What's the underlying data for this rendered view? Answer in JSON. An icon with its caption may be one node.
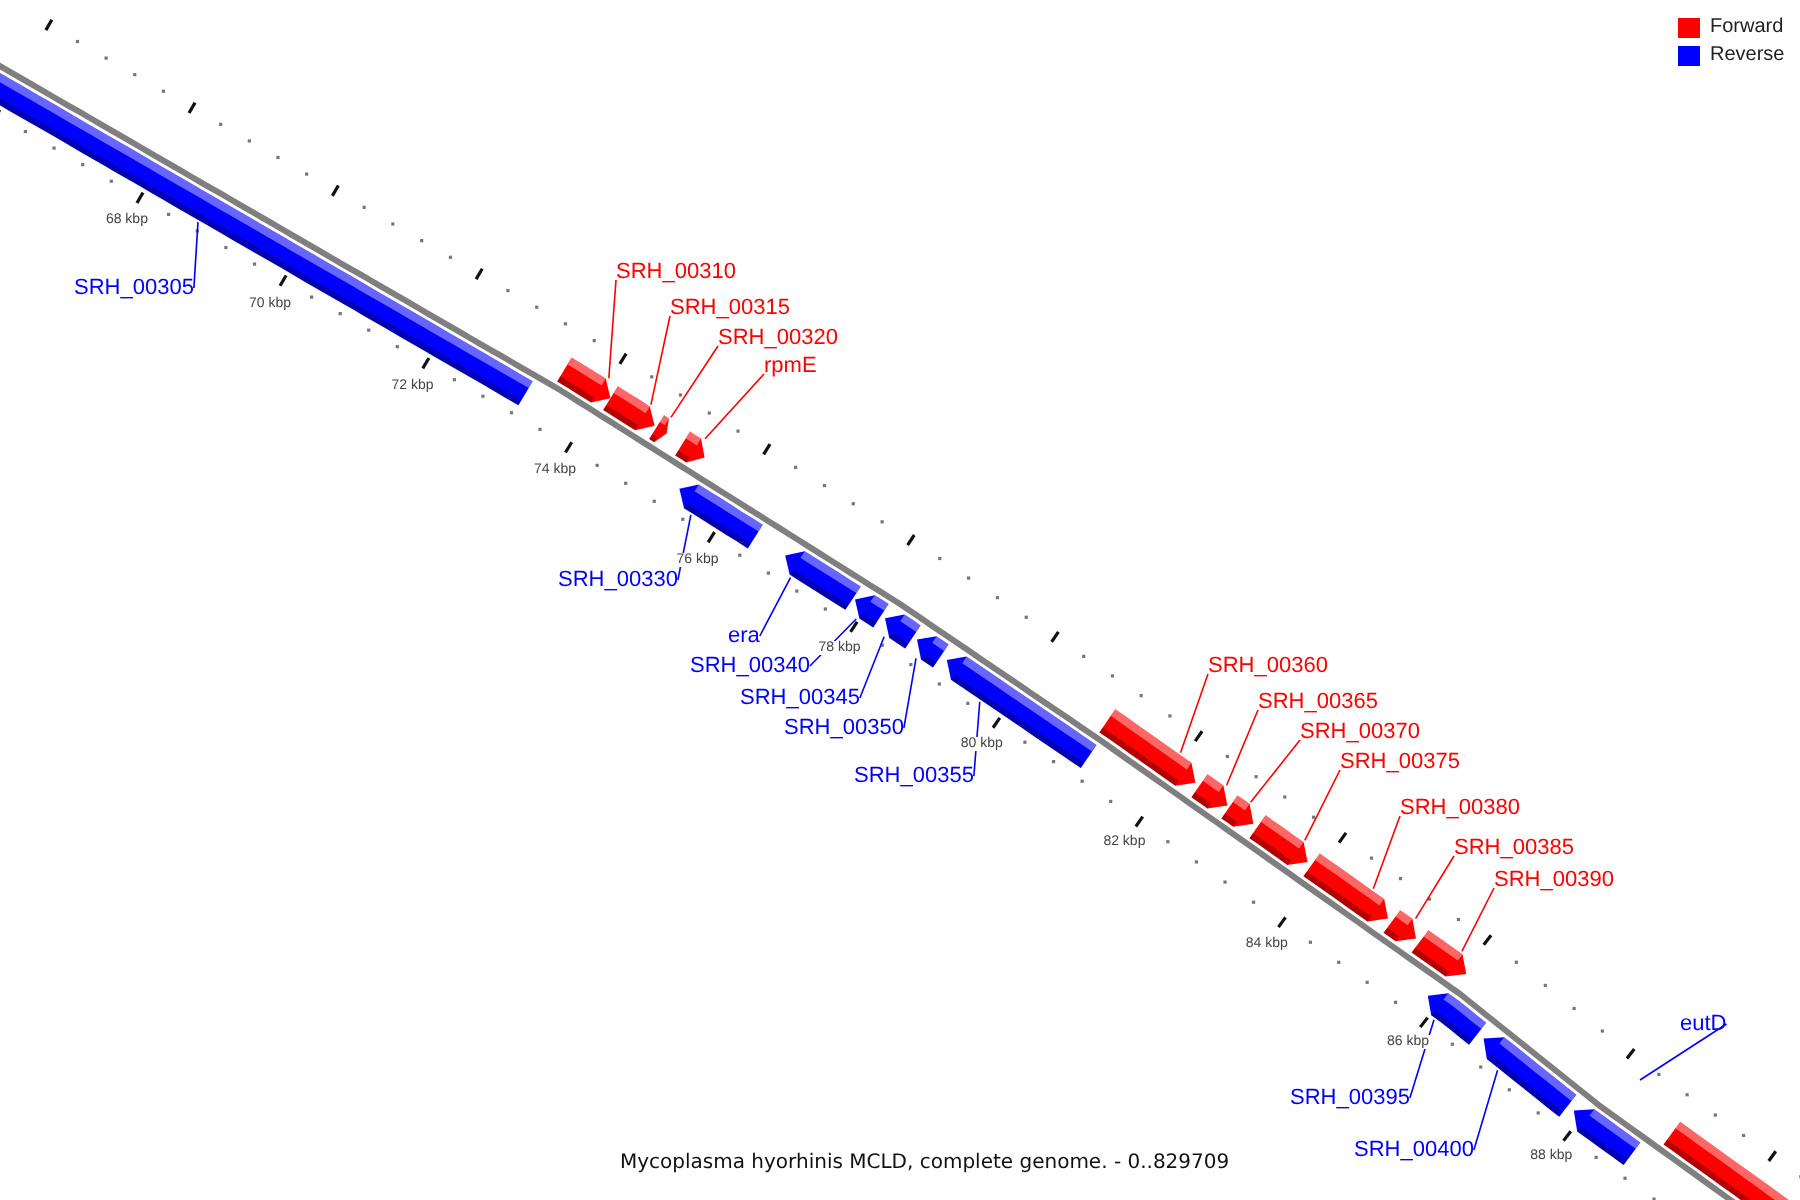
{
  "diagram": {
    "caption": "Mycoplasma hyorhinis MCLD, complete genome. - 0..829709",
    "nodes": [
      {
        "text": [],
        "shape": "bar"
      },
      {
        "text": [],
        "shape": "bar"
      },
      {
        "text": [],
        "shape": "bar"
      },
      {
        "text": [],
        "shape": "bar"
      },
      {
        "text": [],
        "shape": "bar"
      },
      {
        "text": [],
        "shape": "bar"
      },
      {
        "text": [],
        "shape": "bar"
      },
      {
        "text": [],
        "shape": "bar"
      },
      {
        "text": [],
        "shape": "bar"
      },
      {
        "text": [],
        "shape": "bar"
      },
      {
        "text": [],
        "shape": "bar"
      },
      {
        "text": [],
        "shape": "bar"
      },
      {
        "text": [],
        "shape": "bar"
      },
      {
        "text": [],
        "shape": "bar"
      },
      {
        "text": [],
        "shape": "bar"
      },
      {
        "text": [],
        "shape": "bar"
      },
      {
        "text": [],
        "shape": "bar"
      },
      {
        "text": [],
        "shape": "bar"
      },
      {
        "text": [],
        "shape": "bar"
      },
      {
        "text": [],
        "shape": "bar"
      },
      {
        "text": [],
        "shape": "bar"
      },
      {
        "text": [],
        "shape": "bar"
      },
      {
        "text": [
          "SRH_00305"
        ]
      },
      {
        "text": [
          "SRH_00310"
        ]
      },
      {
        "text": [
          "SRH_00315"
        ]
      },
      {
        "text": [
          "SRH_00320"
        ]
      },
      {
        "text": [
          "rpmE"
        ]
      },
      {
        "text": [
          "SRH_00330"
        ]
      },
      {
        "text": [
          "era"
        ]
      },
      {
        "text": [
          "SRH_00340"
        ]
      },
      {
        "text": [
          "SRH_00345"
        ]
      },
      {
        "text": [
          "SRH_00350"
        ]
      },
      {
        "text": [
          "SRH_00355"
        ]
      },
      {
        "text": [
          "SRH_00360"
        ]
      },
      {
        "text": [
          "SRH_00365"
        ]
      },
      {
        "text": [
          "SRH_00370"
        ]
      },
      {
        "text": [
          "SRH_00375"
        ]
      },
      {
        "text": [
          "SRH_00380"
        ]
      },
      {
        "text": [
          "SRH_00385"
        ]
      },
      {
        "text": [
          "SRH_00390"
        ]
      },
      {
        "text": [
          "SRH_00395"
        ]
      },
      {
        "text": [
          "SRH_00400"
        ]
      },
      {
        "text": [
          "eutD"
        ]
      }
    ],
    "edges": [
      {
        "from": 22,
        "to": 0,
        "arrow": "none",
        "color": "#0000ff"
      },
      {
        "from": 23,
        "to": 1,
        "arrow": "none"
      },
      {
        "from": 24,
        "to": 2,
        "arrow": "none"
      },
      {
        "from": 25,
        "to": 3,
        "arrow": "none"
      },
      {
        "from": 26,
        "to": 4,
        "arrow": "none"
      },
      {
        "from": 27,
        "to": 5,
        "arrow": "none",
        "color": "#0000ff"
      },
      {
        "from": 28,
        "to": 6,
        "arrow": "none",
        "color": "#0000ff"
      },
      {
        "from": 29,
        "to": 7,
        "arrow": "none",
        "color": "#0000ff"
      },
      {
        "from": 30,
        "to": 8,
        "arrow": "none",
        "color": "#0000ff"
      },
      {
        "from": 31,
        "to": 9,
        "arrow": "none",
        "color": "#0000ff"
      },
      {
        "from": 32,
        "to": 10,
        "arrow": "none",
        "color": "#0000ff"
      },
      {
        "from": 33,
        "to": 11,
        "arrow": "none"
      },
      {
        "from": 34,
        "to": 12,
        "arrow": "none"
      },
      {
        "from": 35,
        "to": 13,
        "arrow": "none"
      },
      {
        "from": 36,
        "to": 14,
        "arrow": "none"
      },
      {
        "from": 37,
        "to": 15,
        "arrow": "none"
      },
      {
        "from": 38,
        "to": 16,
        "arrow": "none"
      },
      {
        "from": 39,
        "to": 17,
        "arrow": "none"
      },
      {
        "from": 40,
        "to": 18,
        "arrow": "none",
        "color": "#0000ff"
      },
      {
        "from": 41,
        "to": 19,
        "arrow": "none",
        "color": "#0000ff"
      },
      {
        "from": 42,
        "to": null,
        "arrow": "none",
        "color": "#0000ff"
      }
    ],
    "labels": [
      "68 kbp",
      "70 kbp",
      "72 kbp",
      "74 kbp",
      "76 kbp",
      "78 kbp",
      "80 kbp",
      "82 kbp",
      "84 kbp",
      "86 kbp",
      "88 kbp"
    ],
    "legend": [
      {
        "text": "Forward",
        "color": "#ff0000"
      },
      {
        "text": "Reverse",
        "color": "#0000ff"
      }
    ]
  }
}
